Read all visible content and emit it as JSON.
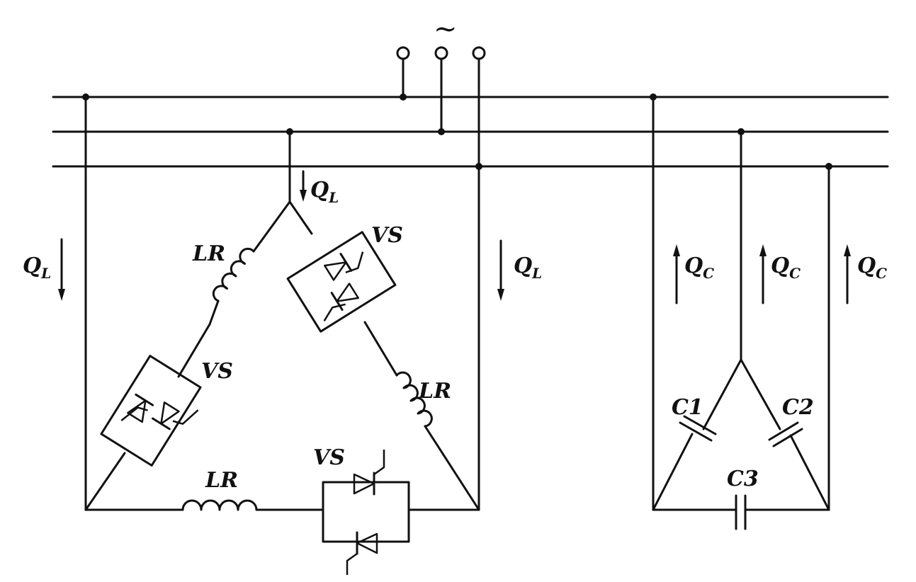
{
  "supply": {
    "symbol": "~"
  },
  "labels": {
    "ql_center": "Q",
    "ql_center_sub": "L",
    "ql_left": "Q",
    "ql_left_sub": "L",
    "ql_right": "Q",
    "ql_right_sub": "L",
    "qc_1": "Q",
    "qc_1_sub": "C",
    "qc_2": "Q",
    "qc_2_sub": "C",
    "qc_3": "Q",
    "qc_3_sub": "C",
    "lr_left": "LR",
    "lr_right": "LR",
    "lr_bottom": "LR",
    "vs_upper_right": "VS",
    "vs_left": "VS",
    "vs_bottom": "VS",
    "c1": "C1",
    "c2": "C2",
    "c3": "C3"
  }
}
